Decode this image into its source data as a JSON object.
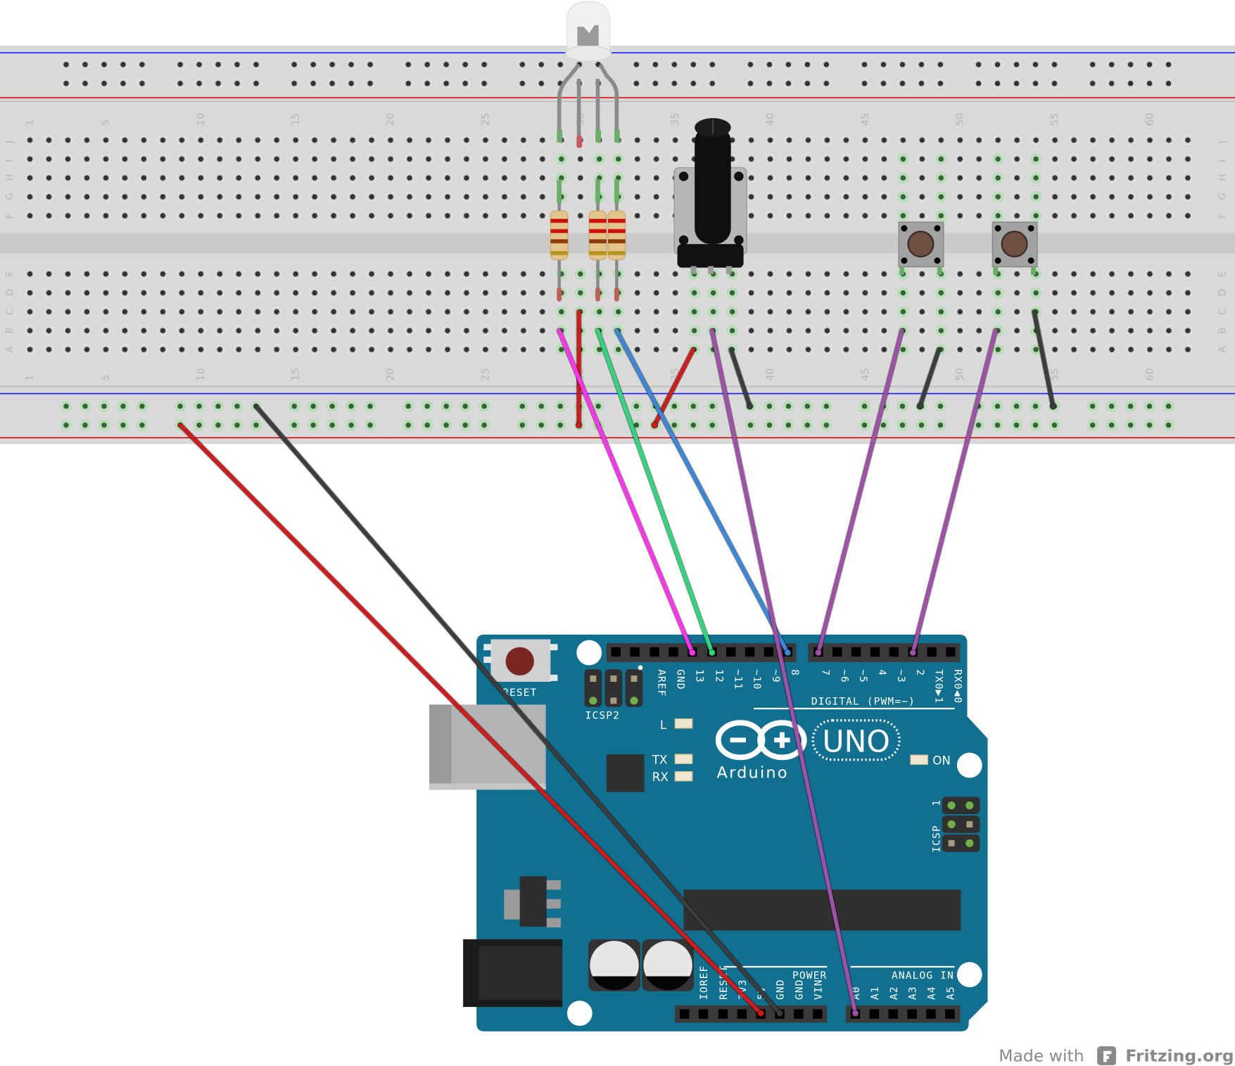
{
  "footer": {
    "made_with": "Made with",
    "brand": "Fritzing.org"
  },
  "breadboard": {
    "column_numbers": [
      "1",
      "5",
      "10",
      "15",
      "20",
      "25",
      "30",
      "35",
      "40",
      "45",
      "50",
      "55",
      "60"
    ],
    "row_letters_top": [
      "J",
      "I",
      "H",
      "G",
      "F"
    ],
    "row_letters_bottom": [
      "E",
      "D",
      "C",
      "B",
      "A"
    ],
    "rail_colors": {
      "negative": "#1a1aff",
      "positive": "#e0191d"
    }
  },
  "components": {
    "led": "RGB LED (common cathode)",
    "resistors": 3,
    "potentiometer": "Rotary potentiometer",
    "pushbuttons": 2
  },
  "arduino": {
    "model_text": "UNO",
    "brand_text": "Arduino",
    "reset_label": "RESET",
    "icsp2_label": "ICSP2",
    "icsp_label": "ICSP",
    "icsp_pin1": "1",
    "led_labels": {
      "l": "L",
      "tx": "TX",
      "rx": "RX",
      "on": "ON"
    },
    "digital_title": "DIGITAL (PWM=~)",
    "digital_pins": [
      "AREF",
      "GND",
      "13",
      "12",
      "~11",
      "~10",
      "~9",
      "8",
      "7",
      "~6",
      "~5",
      "4",
      "~3",
      "2",
      "TX0▶1",
      "RX0◀0"
    ],
    "power_title": "POWER",
    "power_pins": [
      "",
      "IOREF",
      "RESET",
      "3V3",
      "5V",
      "GND",
      "GND",
      "VIN"
    ],
    "analog_title": "ANALOG IN",
    "analog_pins": [
      "A0",
      "A1",
      "A2",
      "A3",
      "A4",
      "A5"
    ],
    "board_color": "#11708f"
  },
  "wires": [
    {
      "name": "red-5v-wire",
      "color": "#d11b1b",
      "from": "breadboard bottom rail +",
      "to": "5V"
    },
    {
      "name": "black-gnd-wire",
      "color": "#3c3c3c",
      "from": "breadboard bottom rail -",
      "to": "GND"
    },
    {
      "name": "magenta-wire",
      "color": "#ff33ee",
      "from": "LED red resistor",
      "to": "13"
    },
    {
      "name": "green-wire",
      "color": "#2ed67e",
      "from": "LED green resistor",
      "to": "12"
    },
    {
      "name": "blue-wire",
      "color": "#3a86d8",
      "from": "LED blue resistor",
      "to": "8"
    },
    {
      "name": "purple-pot-wire",
      "color": "#a050a8",
      "from": "potentiometer wiper",
      "to": "A0"
    },
    {
      "name": "purple-btn1-wire",
      "color": "#a050a8",
      "from": "button 1",
      "to": "7"
    },
    {
      "name": "purple-btn2-wire",
      "color": "#a050a8",
      "from": "button 2",
      "to": "2"
    }
  ]
}
